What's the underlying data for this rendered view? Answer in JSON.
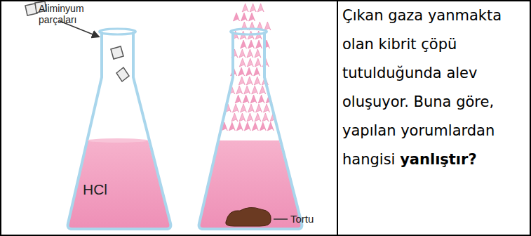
{
  "diagram": {
    "labels": [
      "Aliminyum parçaları",
      "HCl",
      "Tortu",
      "Çıkan gaza yanmakta olan kibrit çöpü tutulduğunda alev oluşuyor. Buna göre, yapılan yorumlardan hangisi",
      "yanlıştır?"
    ]
  }
}
